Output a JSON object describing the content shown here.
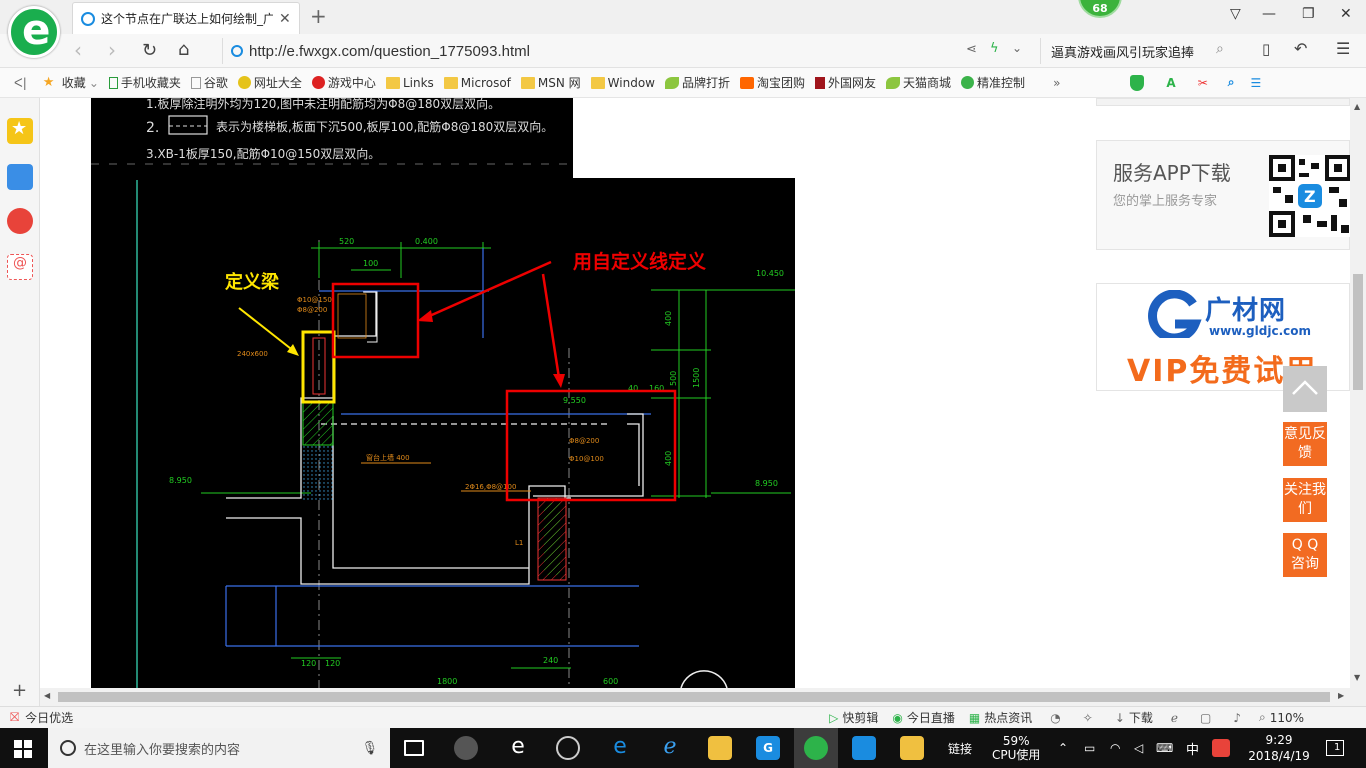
{
  "browser": {
    "tab_title": "这个节点在广联达上如何绘制_广",
    "badge_count": "68",
    "url": "http://e.fwxgx.com/question_1775093.html",
    "search_text": "逼真游戏画风引玩家追捧"
  },
  "bookmarks": [
    {
      "label": "收藏",
      "icon": "star-icon"
    },
    {
      "label": "手机收藏夹",
      "icon": "phone-icon"
    },
    {
      "label": "谷歌",
      "icon": "page-icon"
    },
    {
      "label": "网址大全",
      "icon": "globe-icon"
    },
    {
      "label": "游戏中心",
      "icon": "game-icon"
    },
    {
      "label": "Links",
      "icon": "folder-icon"
    },
    {
      "label": "Microsof",
      "icon": "folder-icon"
    },
    {
      "label": "MSN 网",
      "icon": "folder-icon"
    },
    {
      "label": "Window",
      "icon": "folder-icon"
    },
    {
      "label": "品牌打折",
      "icon": "leaf-icon"
    },
    {
      "label": "淘宝团购",
      "icon": "taobao-icon"
    },
    {
      "label": "外国网友",
      "icon": "bookmark-icon"
    },
    {
      "label": "天猫商城",
      "icon": "leaf-icon"
    },
    {
      "label": "精准控制",
      "icon": "wechat-icon"
    }
  ],
  "cad": {
    "note_line_2_num": "2.",
    "note_line_2": "表示为楼梯板,板面下沉500,板厚100,配筋Φ8@180双层双向。",
    "note_line_3": "3.XB-1板厚150,配筋Φ10@150双层双向。",
    "label_beam": "定义梁",
    "label_custom_line": "用自定义线定义",
    "dims": {
      "d520": "520",
      "d0400": "0.400",
      "d100": "100",
      "d40": "40",
      "d160": "160",
      "d400a": "400",
      "d500": "500",
      "d1500": "1500",
      "d400b": "400",
      "d240": "240",
      "d120a": "120",
      "d120b": "120",
      "d1800": "1800",
      "d600": "600",
      "el10450": "10.450",
      "el9550": "9.550",
      "el8950a": "8.950",
      "el8950b": "8.950",
      "beam_spec": "240x600",
      "rebar_a": "Φ10@150",
      "rebar_b": "Φ8@200",
      "rebar_c": "Φ8@200",
      "rebar_d": "Φ10@100",
      "wall_note": "窗台上墙 400",
      "rebar_e": "2Φ16,Φ8@100",
      "label_l": "L1"
    }
  },
  "sidebar": {
    "app_title": "服务APP下载",
    "app_sub": "您的掌上服务专家",
    "ad_brand": "广材网",
    "ad_url": "www.gldjc.com",
    "ad_vip": "VIP免费试用"
  },
  "float_buttons": {
    "feedback": "意见反馈",
    "follow": "关注我们",
    "qq": "Q Q 咨询"
  },
  "status": {
    "today": "今日优选",
    "quick_cut": "快剪辑",
    "live": "今日直播",
    "news": "热点资讯",
    "download": "下载",
    "zoom": "110%"
  },
  "taskbar": {
    "search_placeholder": "在这里输入你要搜索的内容",
    "link_label": "链接",
    "cpu_percent": "59%",
    "cpu_label": "CPU使用",
    "ime": "中",
    "time": "9:29",
    "date": "2018/4/19",
    "notify_count": "1"
  }
}
